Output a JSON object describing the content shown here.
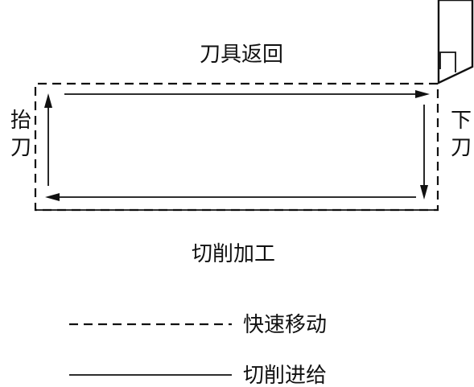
{
  "labels": {
    "tool_return": "刀具返回",
    "lift_tool": "抬刀",
    "lower_tool": "下刀",
    "cutting_machining": "切削加工"
  },
  "legend": {
    "rapid": "快速移动",
    "feed": "切削进给"
  }
}
